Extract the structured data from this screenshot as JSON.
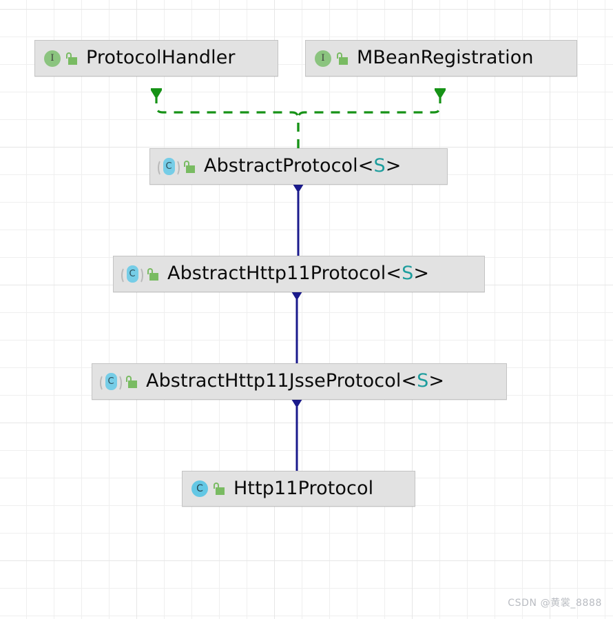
{
  "diagram": {
    "kind": "uml-class-hierarchy",
    "background_color": "#ffffff",
    "grid_color": "#efefef",
    "node_fill": "#e2e2e2",
    "node_border": "#c3c3c3",
    "inheritance_color": "#1a1a8c",
    "realization_color": "#169216",
    "generic_param_color": "#1d9d9d",
    "interface_icon_color": "#8bc47f",
    "class_icon_color": "#63c7e4",
    "lock_icon_color": "#79bb62"
  },
  "nodes": [
    {
      "id": "protocol-handler",
      "name": "ProtocolHandler",
      "stereotype": "interface",
      "type_icon": "interface-icon",
      "visibility_icon": "unlocked-padlock-icon",
      "generic": ""
    },
    {
      "id": "mbean-registration",
      "name": "MBeanRegistration",
      "stereotype": "interface",
      "type_icon": "interface-icon",
      "visibility_icon": "unlocked-padlock-icon",
      "generic": ""
    },
    {
      "id": "abstract-protocol",
      "name": "AbstractProtocol",
      "stereotype": "abstract-class",
      "type_icon": "abstract-class-icon",
      "visibility_icon": "unlocked-padlock-icon",
      "generic": "<S>",
      "generic_open": "<",
      "generic_param": "S",
      "generic_close": ">"
    },
    {
      "id": "abstract-http11-protocol",
      "name": "AbstractHttp11Protocol",
      "stereotype": "abstract-class",
      "type_icon": "abstract-class-icon",
      "visibility_icon": "unlocked-padlock-icon",
      "generic": "<S>",
      "generic_open": "<",
      "generic_param": "S",
      "generic_close": ">"
    },
    {
      "id": "abstract-http11-jsse-protocol",
      "name": "AbstractHttp11JsseProtocol",
      "stereotype": "abstract-class",
      "type_icon": "abstract-class-icon",
      "visibility_icon": "unlocked-padlock-icon",
      "generic": "<S>",
      "generic_open": "<",
      "generic_param": "S",
      "generic_close": ">"
    },
    {
      "id": "http11-protocol",
      "name": "Http11Protocol",
      "stereotype": "class",
      "type_icon": "class-icon",
      "visibility_icon": "unlocked-padlock-icon",
      "generic": ""
    }
  ],
  "edges": [
    {
      "id": "edge-realize-protocolhandler",
      "from": "abstract-protocol",
      "to": "protocol-handler",
      "relation": "realization",
      "style": "dashed",
      "color": "#169216"
    },
    {
      "id": "edge-realize-mbeanregistration",
      "from": "abstract-protocol",
      "to": "mbean-registration",
      "relation": "realization",
      "style": "dashed",
      "color": "#169216"
    },
    {
      "id": "edge-extends-abstractprotocol",
      "from": "abstract-http11-protocol",
      "to": "abstract-protocol",
      "relation": "generalization",
      "style": "solid",
      "color": "#1a1a8c"
    },
    {
      "id": "edge-extends-abstracthttp11protocol",
      "from": "abstract-http11-jsse-protocol",
      "to": "abstract-http11-protocol",
      "relation": "generalization",
      "style": "solid",
      "color": "#1a1a8c"
    },
    {
      "id": "edge-extends-abstracthttp11jsseprotocol",
      "from": "http11-protocol",
      "to": "abstract-http11-jsse-protocol",
      "relation": "generalization",
      "style": "solid",
      "color": "#1a1a8c"
    }
  ],
  "watermark": {
    "text": "CSDN @黄裳_8888"
  }
}
